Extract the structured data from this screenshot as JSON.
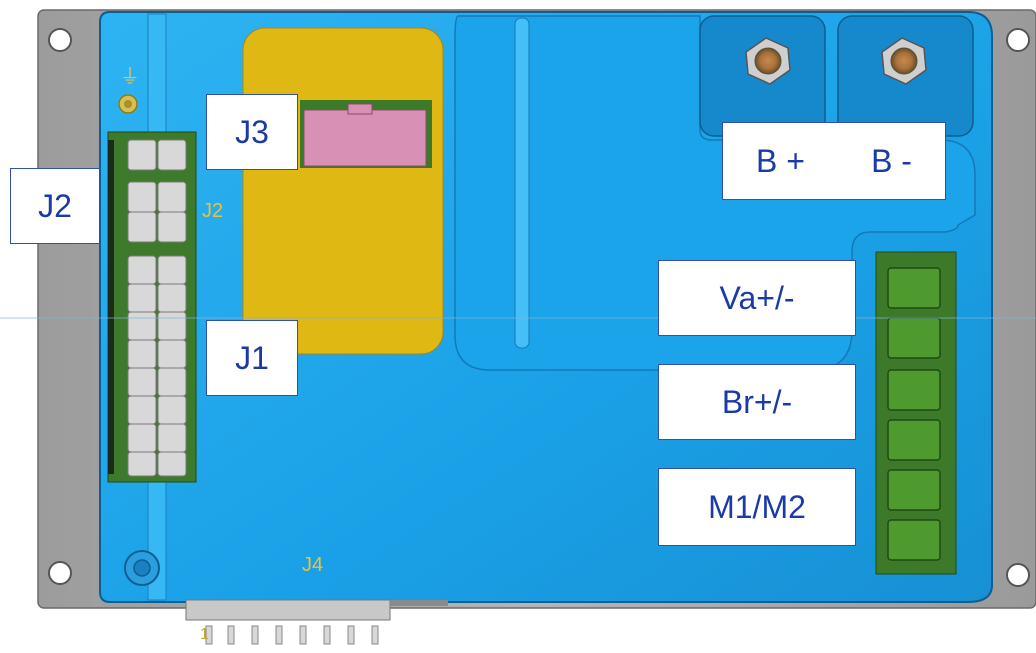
{
  "labels": {
    "j3": "J3",
    "j2": "J2",
    "j1": "J1",
    "b_plus": "B +",
    "b_minus": "B -",
    "va": "Va+/-",
    "br": "Br+/-",
    "m1m2": "M1/M2"
  },
  "silkscreen": {
    "j2": "J2",
    "j4": "J4",
    "pin1_j4": "1"
  },
  "colors": {
    "board_blue": "#1aa3e8",
    "mounting_plate": "#a9a9a9",
    "yellow_component": "#e0b814",
    "pink_component": "#d891b5",
    "terminal_green": "#4f9a2e",
    "label_text": "#1a3aa8"
  }
}
